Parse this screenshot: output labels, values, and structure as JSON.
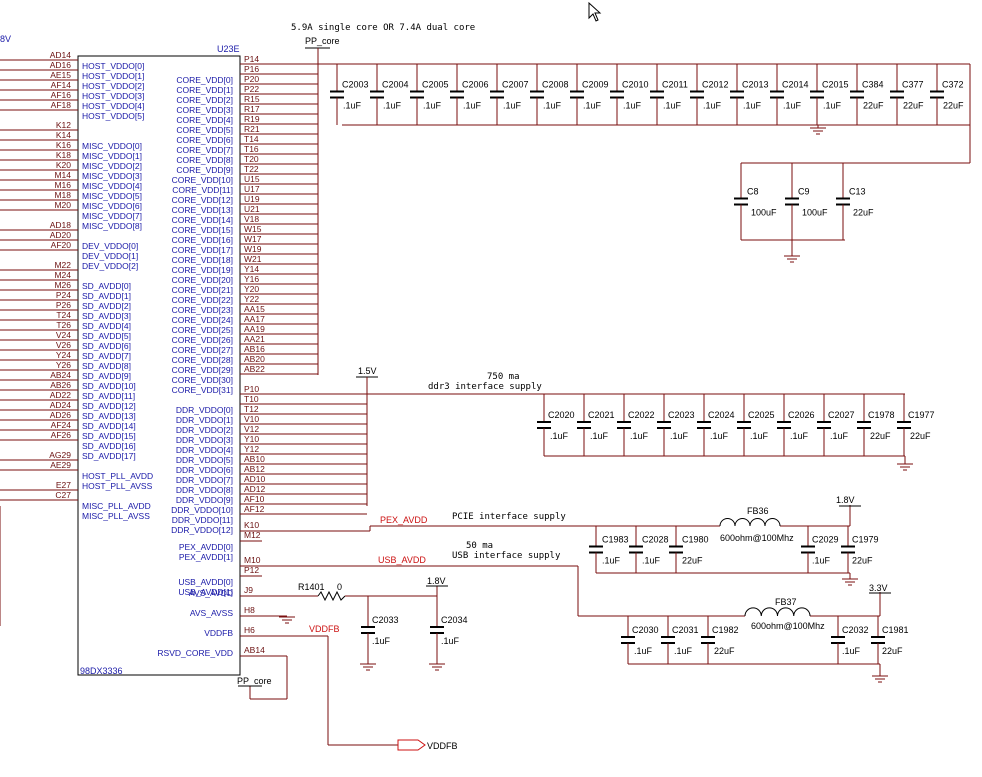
{
  "cursor_icon": "mouse-pointer-icon",
  "chip": {
    "ref": "U23E",
    "part": "98DX3336",
    "left_pins": [
      {
        "num": "AD14",
        "name": "HOST_VDDO[0]"
      },
      {
        "num": "AD16",
        "name": "HOST_VDDO[1]"
      },
      {
        "num": "AE15",
        "name": "HOST_VDDO[2]"
      },
      {
        "num": "AF14",
        "name": "HOST_VDDO[3]"
      },
      {
        "num": "AF16",
        "name": "HOST_VDDO[4]"
      },
      {
        "num": "AF18",
        "name": "HOST_VDDO[5]"
      },
      {
        "num": "",
        "name": ""
      },
      {
        "num": "K12",
        "name": ""
      },
      {
        "num": "K14",
        "name": "MISC_VDDO[0]"
      },
      {
        "num": "K16",
        "name": "MISC_VDDO[1]"
      },
      {
        "num": "K18",
        "name": "MISC_VDDO[2]"
      },
      {
        "num": "K20",
        "name": "MISC_VDDO[3]"
      },
      {
        "num": "M14",
        "name": "MISC_VDDO[4]"
      },
      {
        "num": "M16",
        "name": "MISC_VDDO[5]"
      },
      {
        "num": "M18",
        "name": "MISC_VDDO[6]"
      },
      {
        "num": "M20",
        "name": "MISC_VDDO[7]"
      },
      {
        "num": "",
        "name": "MISC_VDDO[8]"
      },
      {
        "num": "AD18",
        "name": ""
      },
      {
        "num": "AD20",
        "name": "DEV_VDDO[0]"
      },
      {
        "num": "AF20",
        "name": "DEV_VDDO[1]"
      },
      {
        "num": "",
        "name": "DEV_VDDO[2]"
      },
      {
        "num": "M22",
        "name": ""
      },
      {
        "num": "M24",
        "name": "SD_AVDD[0]"
      },
      {
        "num": "M26",
        "name": "SD_AVDD[1]"
      },
      {
        "num": "P24",
        "name": "SD_AVDD[2]"
      },
      {
        "num": "P26",
        "name": "SD_AVDD[3]"
      },
      {
        "num": "T24",
        "name": "SD_AVDD[4]"
      },
      {
        "num": "T26",
        "name": "SD_AVDD[5]"
      },
      {
        "num": "V24",
        "name": "SD_AVDD[6]"
      },
      {
        "num": "V26",
        "name": "SD_AVDD[7]"
      },
      {
        "num": "Y24",
        "name": "SD_AVDD[8]"
      },
      {
        "num": "Y26",
        "name": "SD_AVDD[9]"
      },
      {
        "num": "AB24",
        "name": "SD_AVDD[10]"
      },
      {
        "num": "AB26",
        "name": "SD_AVDD[11]"
      },
      {
        "num": "AD22",
        "name": "SD_AVDD[12]"
      },
      {
        "num": "AD24",
        "name": "SD_AVDD[13]"
      },
      {
        "num": "AD26",
        "name": "SD_AVDD[14]"
      },
      {
        "num": "AF24",
        "name": "SD_AVDD[15]"
      },
      {
        "num": "AF26",
        "name": "SD_AVDD[16]"
      },
      {
        "num": "",
        "name": "SD_AVDD[17]"
      },
      {
        "num": "AG29",
        "name": ""
      },
      {
        "num": "AE29",
        "name": "HOST_PLL_AVDD"
      },
      {
        "num": "",
        "name": "HOST_PLL_AVSS"
      },
      {
        "num": "E27",
        "name": ""
      },
      {
        "num": "C27",
        "name": "MISC_PLL_AVDD"
      },
      {
        "num": "",
        "name": "MISC_PLL_AVSS"
      }
    ],
    "core_pins": [
      {
        "num": "P14",
        "name": ""
      },
      {
        "num": "P16",
        "name": "CORE_VDD[0]"
      },
      {
        "num": "P20",
        "name": "CORE_VDD[1]"
      },
      {
        "num": "P22",
        "name": "CORE_VDD[2]"
      },
      {
        "num": "R15",
        "name": "CORE_VDD[3]"
      },
      {
        "num": "R17",
        "name": "CORE_VDD[4]"
      },
      {
        "num": "R19",
        "name": "CORE_VDD[5]"
      },
      {
        "num": "R21",
        "name": "CORE_VDD[6]"
      },
      {
        "num": "T14",
        "name": "CORE_VDD[7]"
      },
      {
        "num": "T16",
        "name": "CORE_VDD[8]"
      },
      {
        "num": "T20",
        "name": "CORE_VDD[9]"
      },
      {
        "num": "T22",
        "name": "CORE_VDD[10]"
      },
      {
        "num": "U15",
        "name": "CORE_VDD[11]"
      },
      {
        "num": "U17",
        "name": "CORE_VDD[12]"
      },
      {
        "num": "U19",
        "name": "CORE_VDD[13]"
      },
      {
        "num": "U21",
        "name": "CORE_VDD[14]"
      },
      {
        "num": "V18",
        "name": "CORE_VDD[15]"
      },
      {
        "num": "W15",
        "name": "CORE_VDD[16]"
      },
      {
        "num": "W17",
        "name": "CORE_VDD[17]"
      },
      {
        "num": "W19",
        "name": "CORE_VDD[18]"
      },
      {
        "num": "W21",
        "name": "CORE_VDD[19]"
      },
      {
        "num": "Y14",
        "name": "CORE_VDD[20]"
      },
      {
        "num": "Y16",
        "name": "CORE_VDD[21]"
      },
      {
        "num": "Y20",
        "name": "CORE_VDD[22]"
      },
      {
        "num": "Y22",
        "name": "CORE_VDD[23]"
      },
      {
        "num": "AA15",
        "name": "CORE_VDD[24]"
      },
      {
        "num": "AA17",
        "name": "CORE_VDD[25]"
      },
      {
        "num": "AA19",
        "name": "CORE_VDD[26]"
      },
      {
        "num": "AA21",
        "name": "CORE_VDD[27]"
      },
      {
        "num": "AB16",
        "name": "CORE_VDD[28]"
      },
      {
        "num": "AB20",
        "name": "CORE_VDD[29]"
      },
      {
        "num": "AB22",
        "name": "CORE_VDD[30]"
      },
      {
        "num": "",
        "name": "CORE_VDD[31]"
      }
    ],
    "ddr_pins": [
      {
        "num": "P10",
        "name": ""
      },
      {
        "num": "T10",
        "name": "DDR_VDDO[0]"
      },
      {
        "num": "T12",
        "name": "DDR_VDDO[1]"
      },
      {
        "num": "V10",
        "name": "DDR_VDDO[2]"
      },
      {
        "num": "V12",
        "name": "DDR_VDDO[3]"
      },
      {
        "num": "Y10",
        "name": "DDR_VDDO[4]"
      },
      {
        "num": "Y12",
        "name": "DDR_VDDO[5]"
      },
      {
        "num": "AB10",
        "name": "DDR_VDDO[6]"
      },
      {
        "num": "AB12",
        "name": "DDR_VDDO[7]"
      },
      {
        "num": "AD10",
        "name": "DDR_VDDO[8]"
      },
      {
        "num": "AD12",
        "name": "DDR_VDDO[9]"
      },
      {
        "num": "AF10",
        "name": "DDR_VDDO[10]"
      },
      {
        "num": "AF12",
        "name": "DDR_VDDO[11]"
      },
      {
        "num": "",
        "name": "DDR_VDDO[12]"
      }
    ],
    "bottom_pins": [
      {
        "num": "K10",
        "name": ""
      },
      {
        "num": "M12",
        "name": "PEX_AVDD[0]"
      },
      {
        "num": "",
        "name": "PEX_AVDD[1]"
      },
      {
        "num": "M10",
        "name": ""
      },
      {
        "num": "P12",
        "name": "USB_AVDD[0]"
      },
      {
        "num": "",
        "name": "USB_AVDD[1]"
      },
      {
        "num": "J9",
        "name": "AVS_AVDD"
      },
      {
        "num": "H8",
        "name": "AVS_AVSS"
      },
      {
        "num": "H6",
        "name": "VDDFB"
      },
      {
        "num": "AB14",
        "name": "RSVD_CORE_VDD"
      }
    ]
  },
  "nets": {
    "top_note": "5.9A single core OR 7.4A dual core",
    "pp_core": "PP_core",
    "pp_core_bottom": "PP_core",
    "v15": "1.5V",
    "ddr_note1": "750 ma",
    "ddr_note2": "ddr3 interface supply",
    "pex_avdd": "PEX_AVDD",
    "pcie_note": "PCIE interface supply",
    "usb_note1": "50 ma",
    "usb_note2": "USB interface supply",
    "usb_avdd": "USB_AVDD",
    "v18_a": "1.8V",
    "v18_b": "1.8V",
    "v33": "3.3V",
    "vddfb": "VDDFB",
    "vddfb_port": "VDDFB",
    "left_edge_label": "8V"
  },
  "core_caps": [
    {
      "ref": "C2003",
      "val": ".1uF"
    },
    {
      "ref": "C2004",
      "val": ".1uF"
    },
    {
      "ref": "C2005",
      "val": ".1uF"
    },
    {
      "ref": "C2006",
      "val": ".1uF"
    },
    {
      "ref": "C2007",
      "val": ".1uF"
    },
    {
      "ref": "C2008",
      "val": ".1uF"
    },
    {
      "ref": "C2009",
      "val": ".1uF"
    },
    {
      "ref": "C2010",
      "val": ".1uF"
    },
    {
      "ref": "C2011",
      "val": ".1uF"
    },
    {
      "ref": "C2012",
      "val": ".1uF"
    },
    {
      "ref": "C2013",
      "val": ".1uF"
    },
    {
      "ref": "C2014",
      "val": ".1uF"
    },
    {
      "ref": "C2015",
      "val": ".1uF"
    },
    {
      "ref": "C384",
      "val": "22uF"
    },
    {
      "ref": "C377",
      "val": "22uF"
    },
    {
      "ref": "C372",
      "val": "22uF"
    }
  ],
  "bulk_caps": [
    {
      "ref": "C8",
      "val": "100uF"
    },
    {
      "ref": "C9",
      "val": "100uF"
    },
    {
      "ref": "C13",
      "val": "22uF"
    }
  ],
  "ddr_caps": [
    {
      "ref": "C2020",
      "val": ".1uF"
    },
    {
      "ref": "C2021",
      "val": ".1uF"
    },
    {
      "ref": "C2022",
      "val": ".1uF"
    },
    {
      "ref": "C2023",
      "val": ".1uF"
    },
    {
      "ref": "C2024",
      "val": ".1uF"
    },
    {
      "ref": "C2025",
      "val": ".1uF"
    },
    {
      "ref": "C2026",
      "val": ".1uF"
    },
    {
      "ref": "C2027",
      "val": ".1uF"
    },
    {
      "ref": "C1978",
      "val": "22uF"
    },
    {
      "ref": "C1977",
      "val": "22uF"
    }
  ],
  "pex": {
    "caps": [
      {
        "ref": "C1983",
        "val": ".1uF"
      },
      {
        "ref": "C2028",
        "val": ".1uF"
      },
      {
        "ref": "C1980",
        "val": "22uF"
      }
    ],
    "fb_ref": "FB36",
    "fb_val": "600ohm@100Mhz",
    "caps2": [
      {
        "ref": "C2029",
        "val": ".1uF"
      },
      {
        "ref": "C1979",
        "val": "22uF"
      }
    ]
  },
  "usb": {
    "caps": [
      {
        "ref": "C2030",
        "val": ".1uF"
      },
      {
        "ref": "C2031",
        "val": ".1uF"
      },
      {
        "ref": "C1982",
        "val": "22uF"
      }
    ],
    "fb_ref": "FB37",
    "fb_val": "600ohm@100Mhz",
    "caps2": [
      {
        "ref": "C2032",
        "val": ".1uF"
      },
      {
        "ref": "C1981",
        "val": "22uF"
      }
    ]
  },
  "avs": {
    "res_ref": "R1401",
    "res_val": "0",
    "caps": [
      {
        "ref": "C2033",
        "val": ".1uF"
      },
      {
        "ref": "C2034",
        "val": ".1uF"
      }
    ]
  }
}
